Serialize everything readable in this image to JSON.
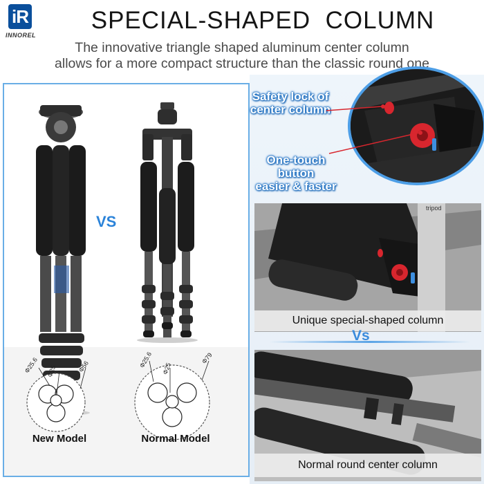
{
  "logo": {
    "mark": "iR",
    "brand": "INNOREL"
  },
  "header": {
    "title": "SPECIAL-SHAPED  COLUMN",
    "subtitle_line1": "The innovative triangle shaped aluminum center column",
    "subtitle_line2": "allows for a more compact structure than the classic round one"
  },
  "left_panel": {
    "vs": "VS",
    "new_model": {
      "label": "New Model",
      "dim_outer": "Φ56",
      "dim_tube": "Φ25.6",
      "dim_column": "Φ25"
    },
    "normal_model": {
      "label": "Normal Model",
      "dim_outer": "Φ79",
      "dim_tube": "Φ25.6",
      "dim_column": "Φ25"
    }
  },
  "right_panel": {
    "callout_safety": {
      "line1": "Safety lock of",
      "line2": "center column"
    },
    "callout_button": {
      "line1": "One-touch",
      "line2": "button",
      "line3": "easier & faster"
    },
    "caption_top": "Unique special-shaped column",
    "vs": "Vs",
    "caption_bottom": "Normal round center column",
    "tube_print": "tripod"
  },
  "colors": {
    "accent_blue": "#2b83d9",
    "border_blue": "#69aee6",
    "lock_red": "#d8262e"
  }
}
